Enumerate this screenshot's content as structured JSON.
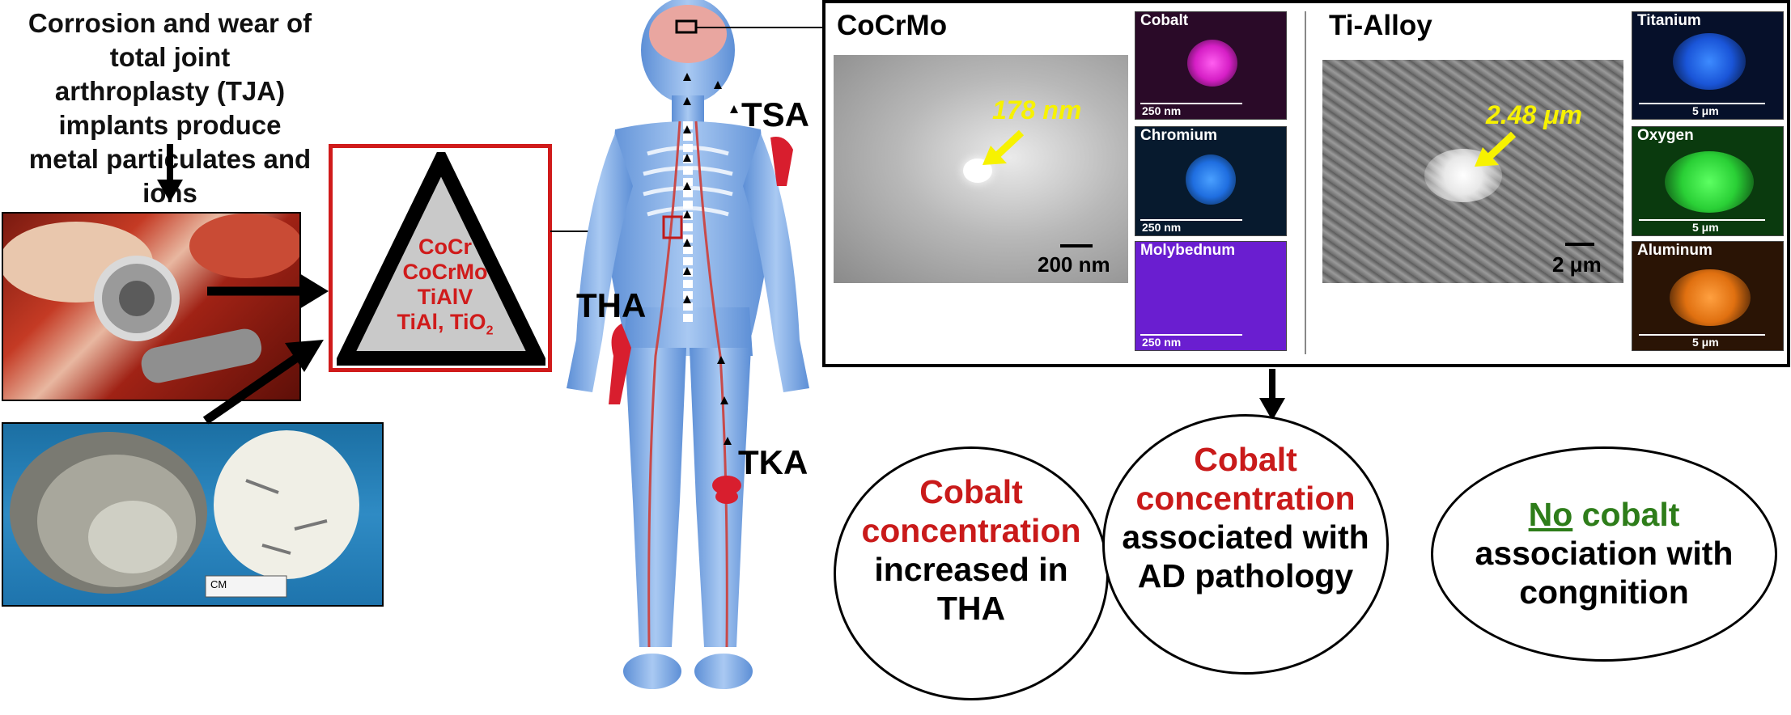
{
  "intro": {
    "line1": "Corrosion and wear of total joint",
    "line2": "arthroplasty (TJA) implants produce",
    "line3": "metal particulates and ions"
  },
  "triangle": {
    "line1": "CoCr",
    "line2": "CoCrMo",
    "line3": "TiAlV",
    "line4_main": "TiAl, TiO",
    "line4_sub": "2"
  },
  "body_labels": {
    "tsa": "TSA",
    "tha": "THA",
    "tka": "TKA"
  },
  "photo2": {
    "ruler": "CM"
  },
  "cocrmo": {
    "title": "CoCrMo",
    "size": "178 nm",
    "scale": "200 nm",
    "maps": [
      {
        "label": "Cobalt",
        "scale": "250 nm",
        "color": "#ff2ee0"
      },
      {
        "label": "Chromium",
        "scale": "250 nm",
        "color": "#1f7bff"
      },
      {
        "label": "Molybednum",
        "scale": "250 nm",
        "color": "#8a1ee8"
      }
    ]
  },
  "tialloy": {
    "title": "Ti-Alloy",
    "size": "2.48 μm",
    "scale": "2 μm",
    "maps": [
      {
        "label": "Titanium",
        "scale": "5 μm",
        "color": "#1a66ff"
      },
      {
        "label": "Oxygen",
        "scale": "5 μm",
        "color": "#2ee83c"
      },
      {
        "label": "Aluminum",
        "scale": "5 μm",
        "color": "#ff8a1a"
      }
    ]
  },
  "findings": {
    "one": {
      "red1": "Cobalt",
      "red2": "concentration",
      "blk1": "increased in",
      "blk2": "THA"
    },
    "two": {
      "red1": "Cobalt",
      "red2": "concentration",
      "blk1": "associated with",
      "blk2": "AD pathology"
    },
    "three": {
      "green_u": "No",
      "green_rest": " cobalt",
      "blk1": "association with",
      "blk2": "congnition"
    }
  }
}
